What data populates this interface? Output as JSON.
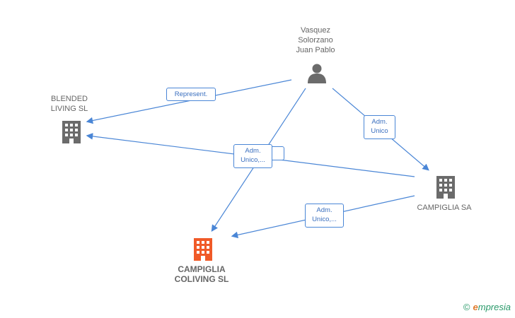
{
  "nodes": {
    "person": {
      "label": "Vasquez\nSolorzano\nJuan Pablo",
      "icon": "person-icon",
      "color": "#666666"
    },
    "blended": {
      "label": "BLENDED\nLIVING  SL",
      "icon": "building-icon",
      "color": "#666666"
    },
    "campiglia_sa": {
      "label": "CAMPIGLIA SA",
      "icon": "building-icon",
      "color": "#666666"
    },
    "campiglia_coliving": {
      "label": "CAMPIGLIA\nCOLIVING  SL",
      "icon": "building-icon",
      "color": "#f05a28"
    }
  },
  "edges": {
    "represent": "Represent.",
    "adm_unico": "Adm.\nUnico",
    "adm_unico_ellipsis_center": "Adm.\nUnico,...",
    "adm_unico_ellipsis_lower": "Adm.\nUnico,..."
  },
  "brand": {
    "copyright": "©",
    "first": "e",
    "rest": "mpresia"
  },
  "colors": {
    "edge": "#4a86d6",
    "node": "#666666",
    "accent": "#f05a28"
  }
}
